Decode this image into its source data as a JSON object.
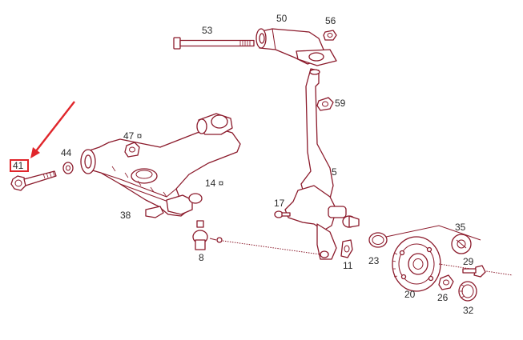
{
  "diagram": {
    "title": "",
    "accent_color": "#e0262b",
    "line_color": "#8b1a2b",
    "labels": {
      "p41": "41",
      "p44": "44",
      "p47": "47 ¤",
      "p38": "38",
      "p14": "14 ¤",
      "p8": "8",
      "p53": "53",
      "p50": "50",
      "p56": "56",
      "p59": "59",
      "p5": "5",
      "p17": "17",
      "p11": "11",
      "p23": "23",
      "p35": "35",
      "p29": "29",
      "p20": "20",
      "p26": "26",
      "p32": "32"
    },
    "highlighted_part": "41"
  }
}
